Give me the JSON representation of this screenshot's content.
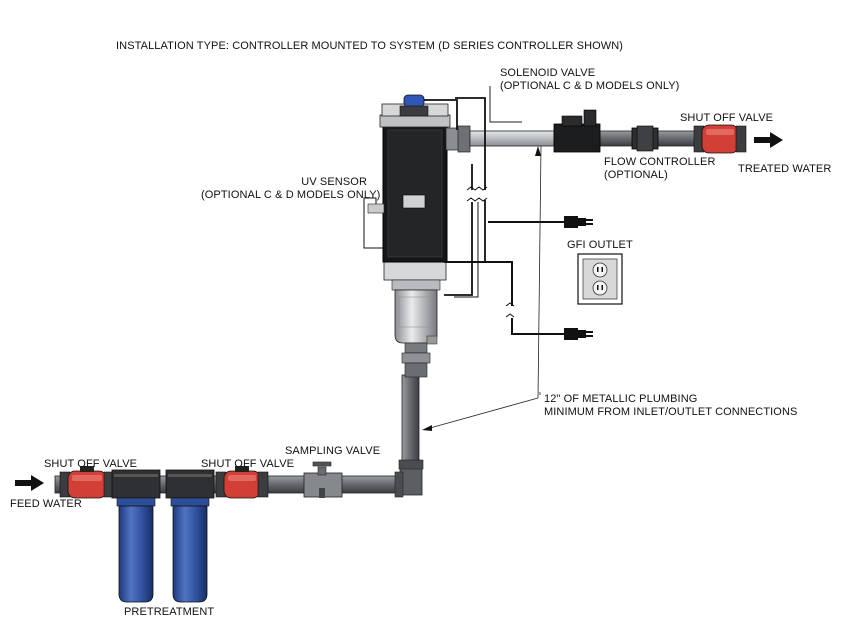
{
  "title": "INSTALLATION TYPE: CONTROLLER MOUNTED TO SYSTEM (D SERIES CONTROLLER SHOWN)",
  "labels": {
    "solenoid_line1": "SOLENOID VALVE",
    "solenoid_line2": "(OPTIONAL C & D MODELS ONLY)",
    "shutoff_outlet": "SHUT OFF VALVE",
    "flow_line1": "FLOW CONTROLLER",
    "flow_line2": "(OPTIONAL)",
    "treated_water": "TREATED WATER",
    "uv_line1": "UV SENSOR",
    "uv_line2": "(OPTIONAL C & D MODELS ONLY)",
    "gfi_outlet": "GFI OUTLET",
    "plumbing_line1": "12\" OF METALLIC PLUMBING",
    "plumbing_line2": "MINIMUM FROM INLET/OUTLET CONNECTIONS",
    "shutoff_inlet": "SHUT OFF VALVE",
    "shutoff_middle": "SHUT OFF VALVE",
    "sampling_valve": "SAMPLING VALVE",
    "feed_water": "FEED WATER",
    "pretreatment": "PRETREATMENT"
  },
  "colors": {
    "pipe": "#6f7276",
    "valve_red": "#c8362f",
    "filter_blue": "#2f4f9a",
    "line": "#111111"
  }
}
